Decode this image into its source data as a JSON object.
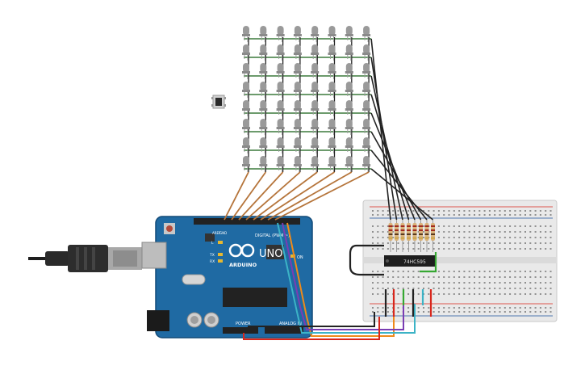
{
  "board": {
    "brand": "ARDUINO",
    "model": "UNO",
    "digital_label": "DIGITAL (PWM ~)",
    "power_label": "POWER",
    "analog_label": "ANALOG IN",
    "on_label": "ON",
    "led_l": "L",
    "led_tx": "TX",
    "led_rx": "RX",
    "aref": "AREF",
    "gnd": "GND"
  },
  "chip": {
    "label": "74HC595"
  },
  "matrix": {
    "rows": 8,
    "cols": 8
  },
  "resistors": {
    "count": 8
  },
  "colors": {
    "board": "#1f6aa3",
    "board_dark": "#124a78",
    "led_off": "#9a9a9a",
    "led_cathode_wire": "#3b7a3b",
    "wire_brown": "#b5743a",
    "wire_black": "#222222",
    "wire_red": "#d8261c",
    "wire_orange": "#ef8a1a",
    "wire_cyan": "#3cb3c6",
    "wire_purple": "#7a3db3",
    "wire_green": "#36a832",
    "breadboard": "#e9e9e9"
  }
}
